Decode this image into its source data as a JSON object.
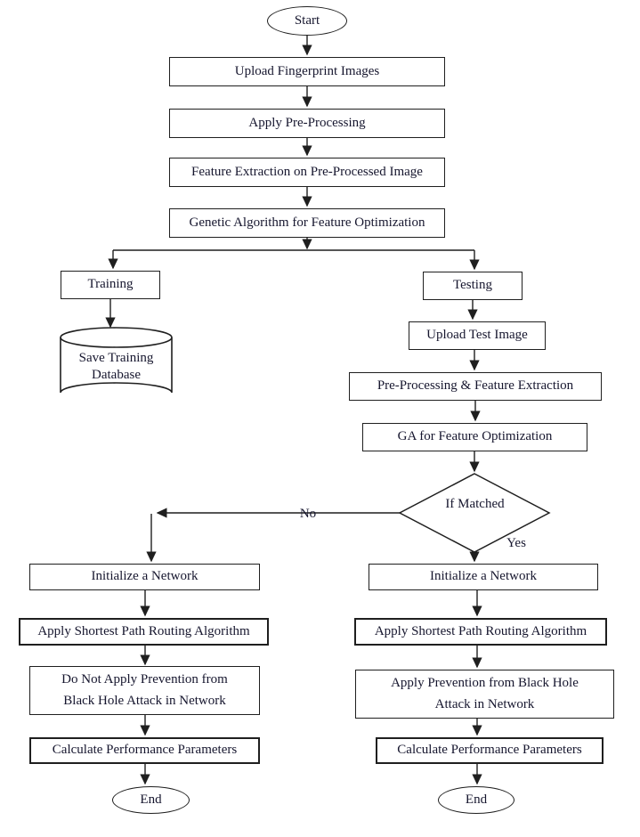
{
  "colors": {
    "line": "#1f1f1f",
    "text": "#16162e",
    "background": "#ffffff"
  },
  "nodes": {
    "start": "Start",
    "upload_fingerprint": "Upload Fingerprint Images",
    "apply_preprocessing": "Apply Pre-Processing",
    "feature_extraction": "Feature Extraction on Pre-Processed Image",
    "genetic_algorithm": "Genetic Algorithm for Feature Optimization",
    "training": "Training",
    "save_training_database": "Save Training Database",
    "testing": "Testing",
    "upload_test_image": "Upload Test Image",
    "preprocessing_feature_extraction": "Pre-Processing & Feature Extraction",
    "ga_feature_optimization": "GA for Feature Optimization",
    "if_matched": "If Matched",
    "initialize_network_left": "Initialize a Network",
    "shortest_path_left": "Apply Shortest Path Routing Algorithm",
    "no_prevention": "Do Not Apply Prevention from Black Hole Attack in Network",
    "calculate_parameters_left": "Calculate Performance Parameters",
    "end_left": "End",
    "initialize_network_right": "Initialize a Network",
    "shortest_path_right": "Apply Shortest Path Routing Algorithm",
    "apply_prevention": "Apply Prevention from Black Hole Attack in Network",
    "calculate_parameters_right": "Calculate Performance Parameters",
    "end_right": "End"
  },
  "edge_labels": {
    "no": "No",
    "yes": "Yes"
  }
}
